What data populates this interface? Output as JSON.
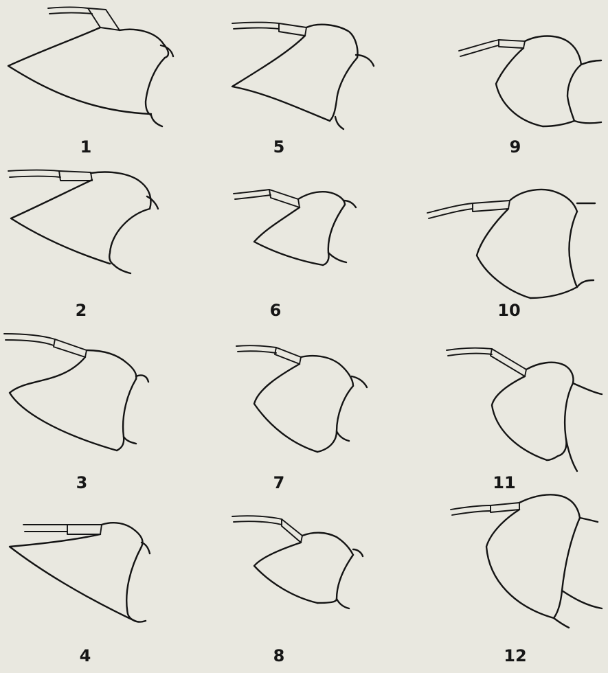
{
  "plate": {
    "figures": [
      {
        "label": "1"
      },
      {
        "label": "2"
      },
      {
        "label": "3"
      },
      {
        "label": "4"
      },
      {
        "label": "5"
      },
      {
        "label": "6"
      },
      {
        "label": "7"
      },
      {
        "label": "8"
      },
      {
        "label": "9"
      },
      {
        "label": "10"
      },
      {
        "label": "11"
      },
      {
        "label": "12"
      }
    ]
  }
}
